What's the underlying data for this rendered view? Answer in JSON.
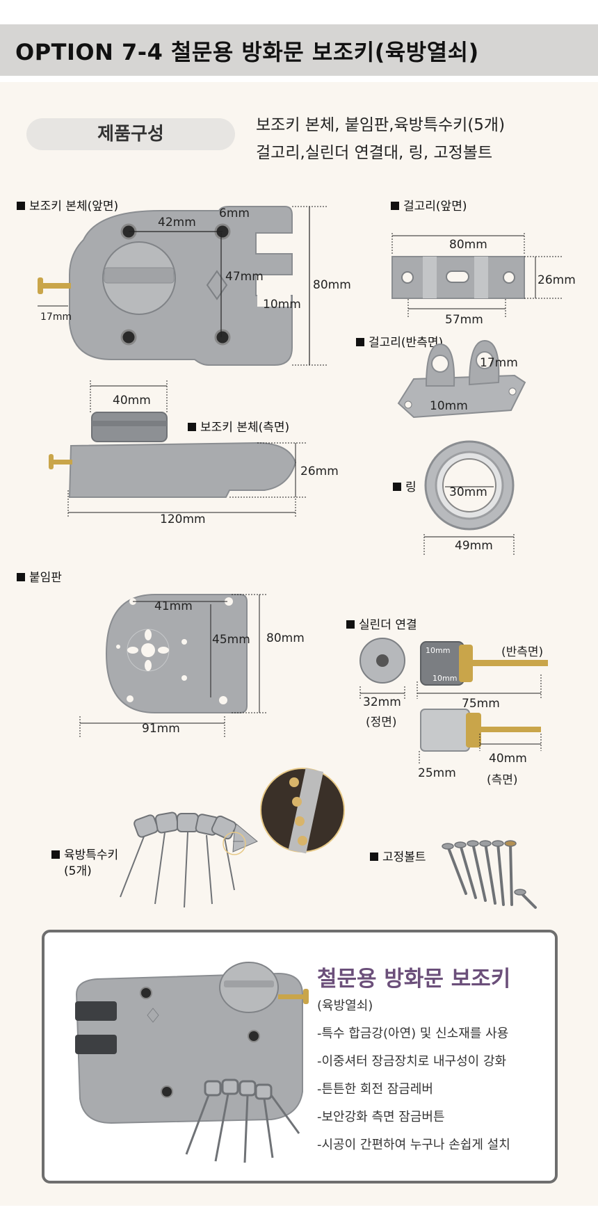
{
  "header": {
    "title": "OPTION 7-4  철문용 방화문 보조키(육방열쇠)"
  },
  "composition": {
    "label": "제품구성",
    "line1": "보조키 본체, 붙임판,육방특수키(5개)",
    "line2": "걸고리,실린더 연결대, 링, 고정볼트"
  },
  "sections": {
    "body_front": "보조키 본체(앞면)",
    "hook_front": "걸고리(앞면)",
    "hook_back": "걸고리(반측면)",
    "body_side": "보조키 본체(측면)",
    "ring": "링",
    "plate": "붙임판",
    "cylinder": "실린더 연결",
    "keys": "육방특수키",
    "keys_count": "(5개)",
    "bolts": "고정볼트"
  },
  "dimensions": {
    "bf_42": "42mm",
    "bf_6": "6mm",
    "bf_47": "47mm",
    "bf_80": "80mm",
    "bf_10": "10mm",
    "bf_17": "17mm",
    "hf_80": "80mm",
    "hf_26": "26mm",
    "hf_57": "57mm",
    "hb_17": "17mm",
    "hb_10": "10mm",
    "bs_40": "40mm",
    "bs_26": "26mm",
    "bs_120": "120mm",
    "ring_30": "30mm",
    "ring_49": "49mm",
    "pl_41": "41mm",
    "pl_45": "45mm",
    "pl_80": "80mm",
    "pl_91": "91mm",
    "cy_10a": "10mm",
    "cy_10b": "10mm",
    "cy_half": "(반측면)",
    "cy_32": "32mm",
    "cy_front": "(정면)",
    "cy_75": "75mm",
    "cy_40": "40mm",
    "cy_25": "25mm",
    "cy_side": "(측면)"
  },
  "promo": {
    "title": "철문용 방화문 보조키",
    "subtitle": "(육방열쇠)",
    "features": [
      "-특수 합금강(아연) 및 신소재를 사용",
      "-이중셔터 장금장치로 내구성이 강화",
      "-튼튼한 회전 잠금레버",
      "-보안강화 측면 잠금버튼",
      "-시공이 간편하여 누구나 손쉽게 설치"
    ]
  },
  "colors": {
    "metal": "#a9abae",
    "metal_dark": "#7d8084",
    "brass": "#c9a54a",
    "title_purple": "#6b4f7a",
    "header_bg": "#d6d5d3"
  }
}
